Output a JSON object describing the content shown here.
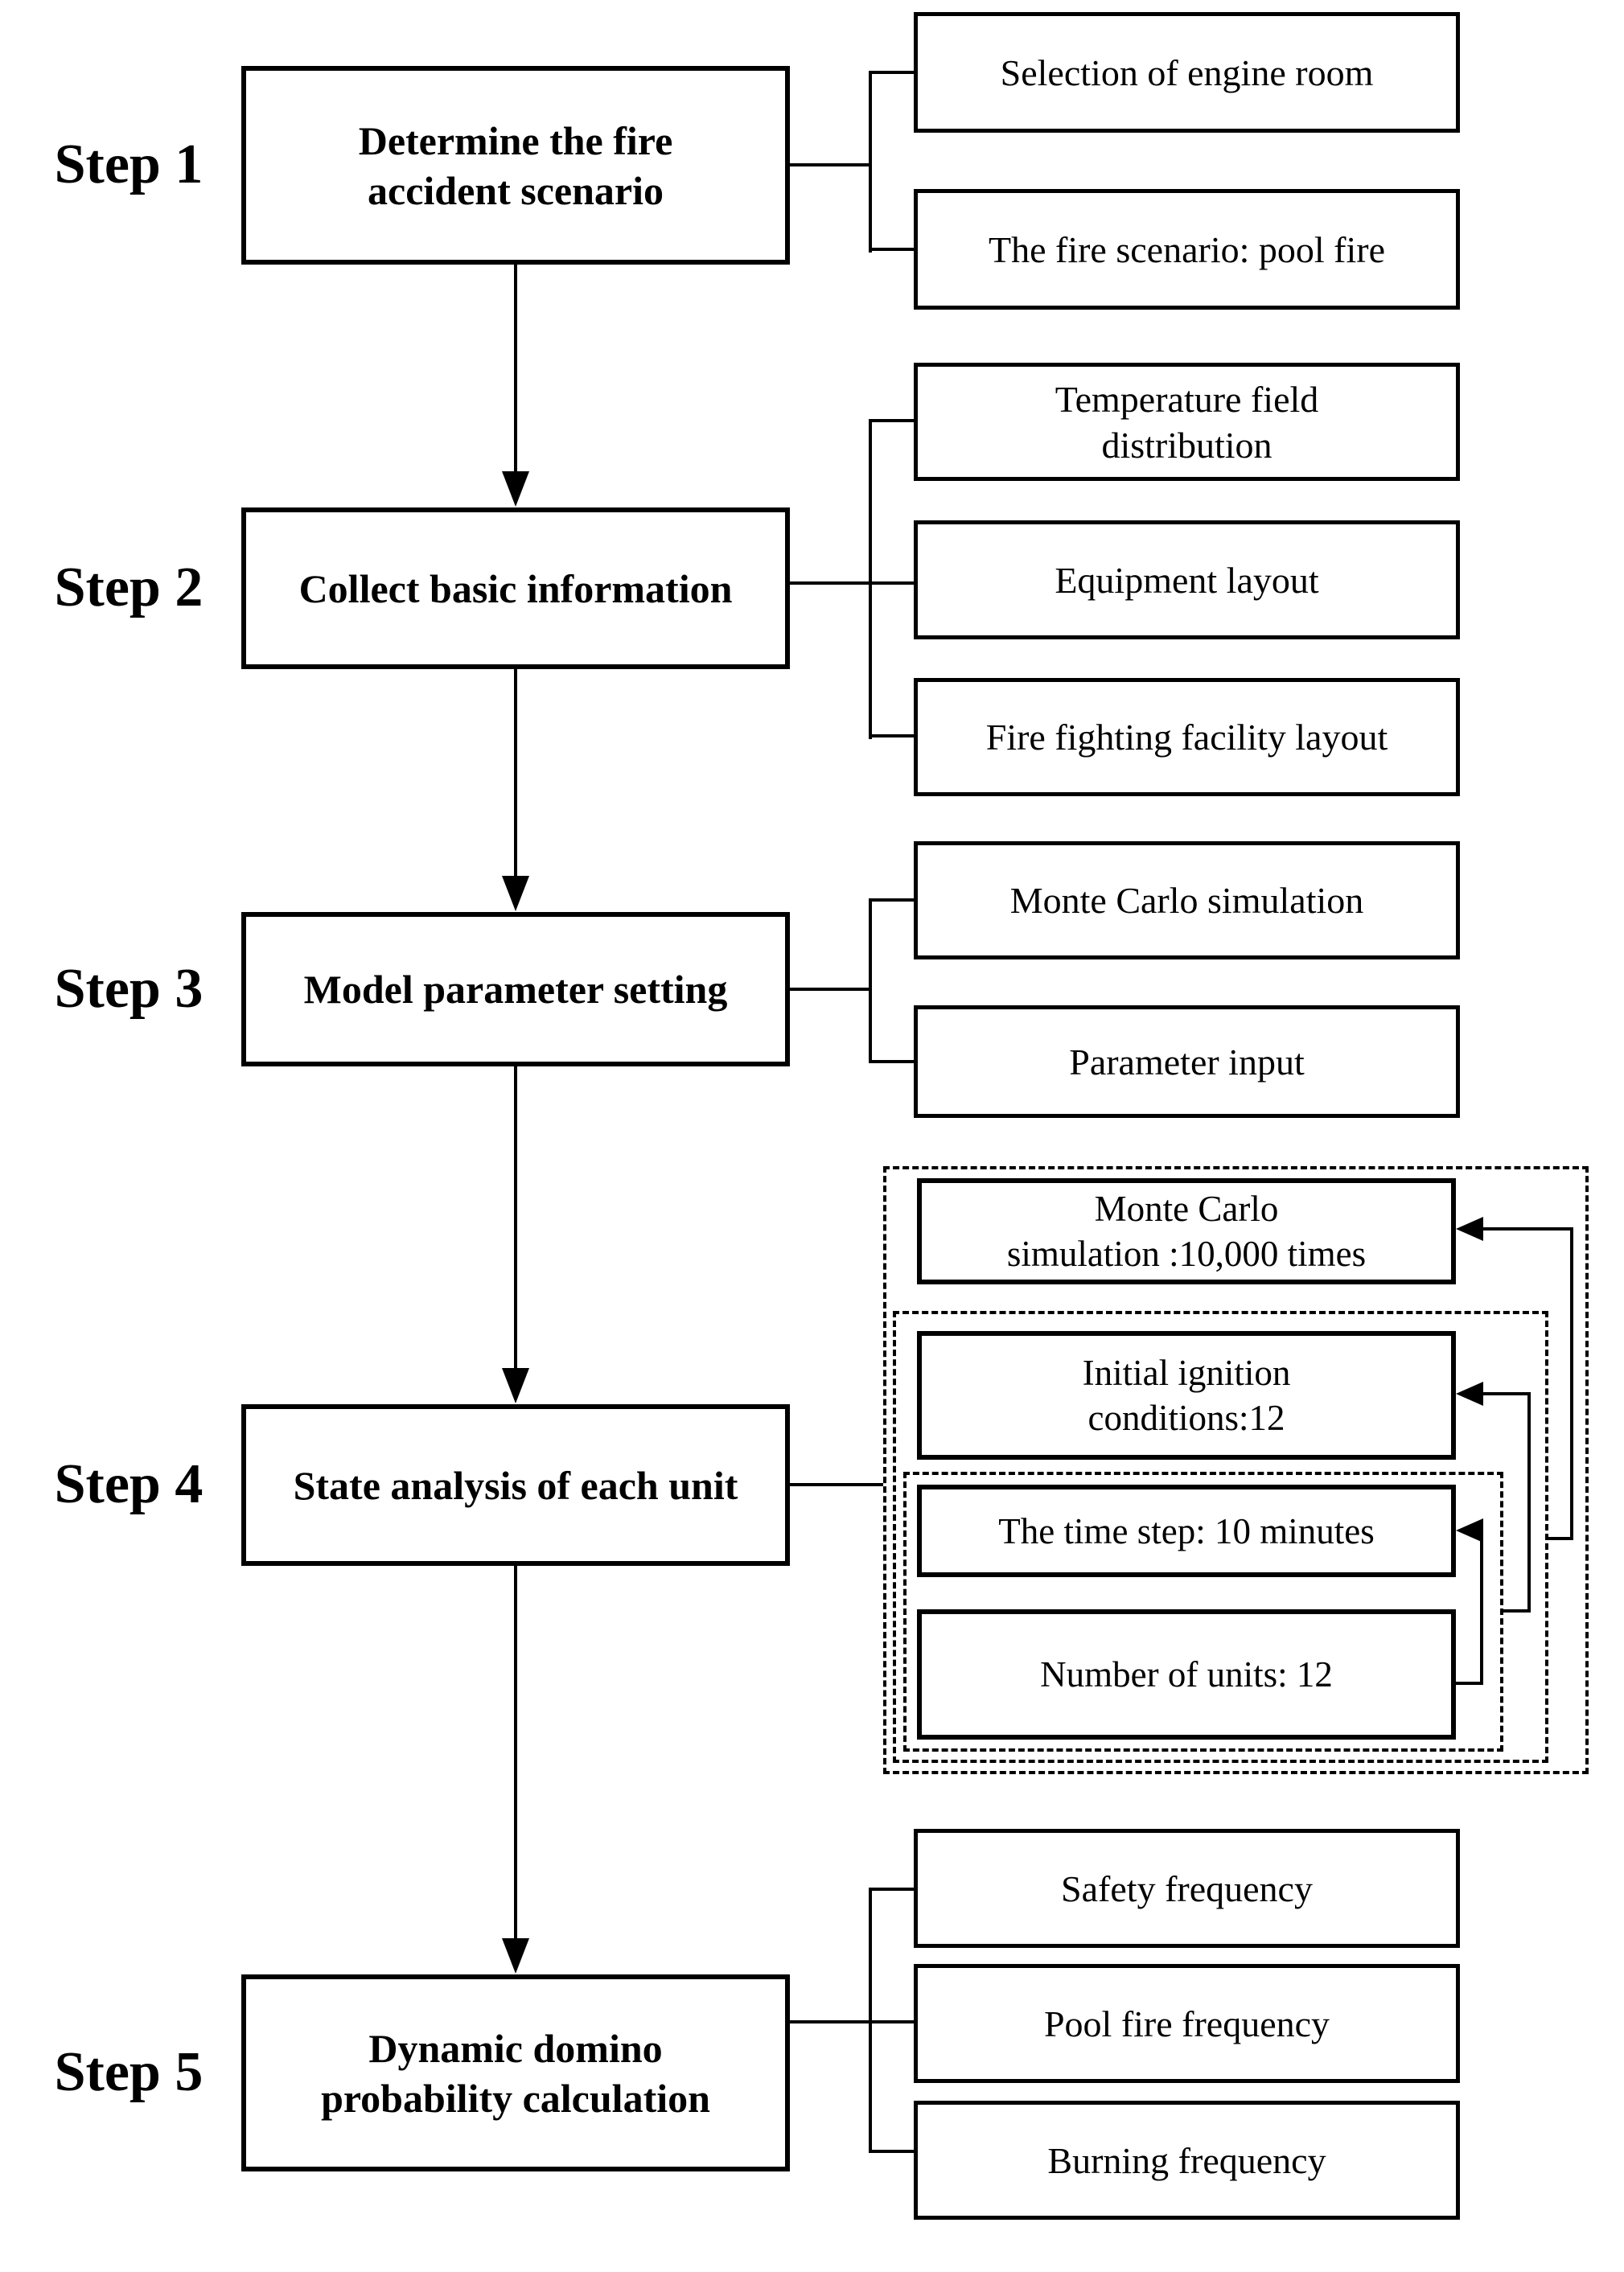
{
  "figure": {
    "background": "#ffffff",
    "line_color": "#000000"
  },
  "steps": {
    "step1": {
      "label": "Step 1",
      "main": "Determine the fire\naccident scenario",
      "outputs": [
        "Selection of engine room",
        "The fire scenario: pool fire"
      ]
    },
    "step2": {
      "label": "Step 2",
      "main": "Collect basic information",
      "outputs": [
        "Temperature field\ndistribution",
        "Equipment layout",
        "Fire fighting facility layout"
      ]
    },
    "step3": {
      "label": "Step 3",
      "main": "Model parameter setting",
      "outputs": [
        "Monte Carlo simulation",
        "Parameter input"
      ]
    },
    "step4": {
      "label": "Step 4",
      "main": "State analysis of each unit",
      "loop_boxes": [
        "Monte Carlo\nsimulation :10,000 times",
        "Initial ignition\nconditions:12",
        "The time step: 10 minutes",
        "Number of units: 12"
      ]
    },
    "step5": {
      "label": "Step 5",
      "main": "Dynamic domino\nprobability calculation",
      "outputs": [
        "Safety frequency",
        "Pool fire frequency",
        "Burning frequency"
      ]
    }
  }
}
